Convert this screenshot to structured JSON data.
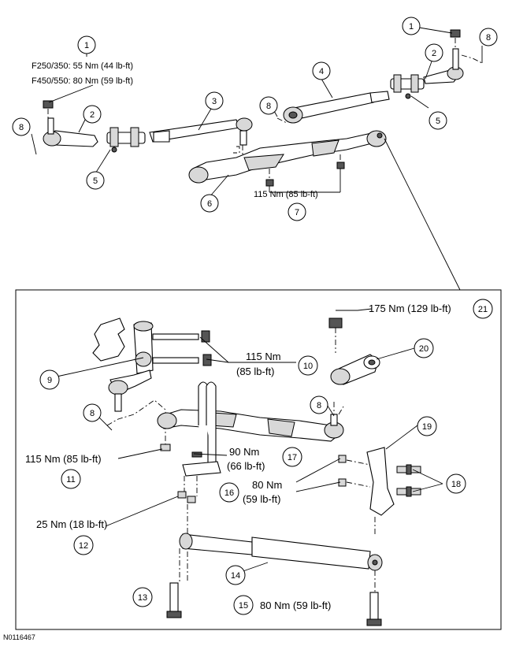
{
  "callouts": {
    "c1": "1",
    "c2": "2",
    "c3": "3",
    "c4": "4",
    "c5": "5",
    "c6": "6",
    "c7": "7",
    "c8": "8",
    "c9": "9",
    "c10": "10",
    "c11": "11",
    "c12": "12",
    "c13": "13",
    "c14": "14",
    "c15": "15",
    "c16": "16",
    "c17": "17",
    "c18": "18",
    "c19": "19",
    "c20": "20",
    "c21": "21"
  },
  "torque": {
    "tie_rod_end_line1": "F250/350: 55 Nm (44 lb-ft)",
    "tie_rod_end_line2": "F450/550: 80 Nm (59 lb-ft)",
    "drag_link_nut": "115 Nm (85 lb-ft)",
    "pitman_arm_nut": "175 Nm (129 lb-ft)",
    "bracket_bolts_line1": "115 Nm",
    "bracket_bolts_line2": "(85 lb-ft)",
    "drag_link_end": "115 Nm (85 lb-ft)",
    "u_bolt_line1": "90 Nm",
    "u_bolt_line2": "(66 lb-ft)",
    "bracket_nuts_line1": "80 Nm",
    "bracket_nuts_line2": "(59 lb-ft)",
    "clamp_nut": "25 Nm (18 lb-ft)",
    "damper_bolt": "80 Nm (59 lb-ft)"
  },
  "document_id": "N0116467"
}
